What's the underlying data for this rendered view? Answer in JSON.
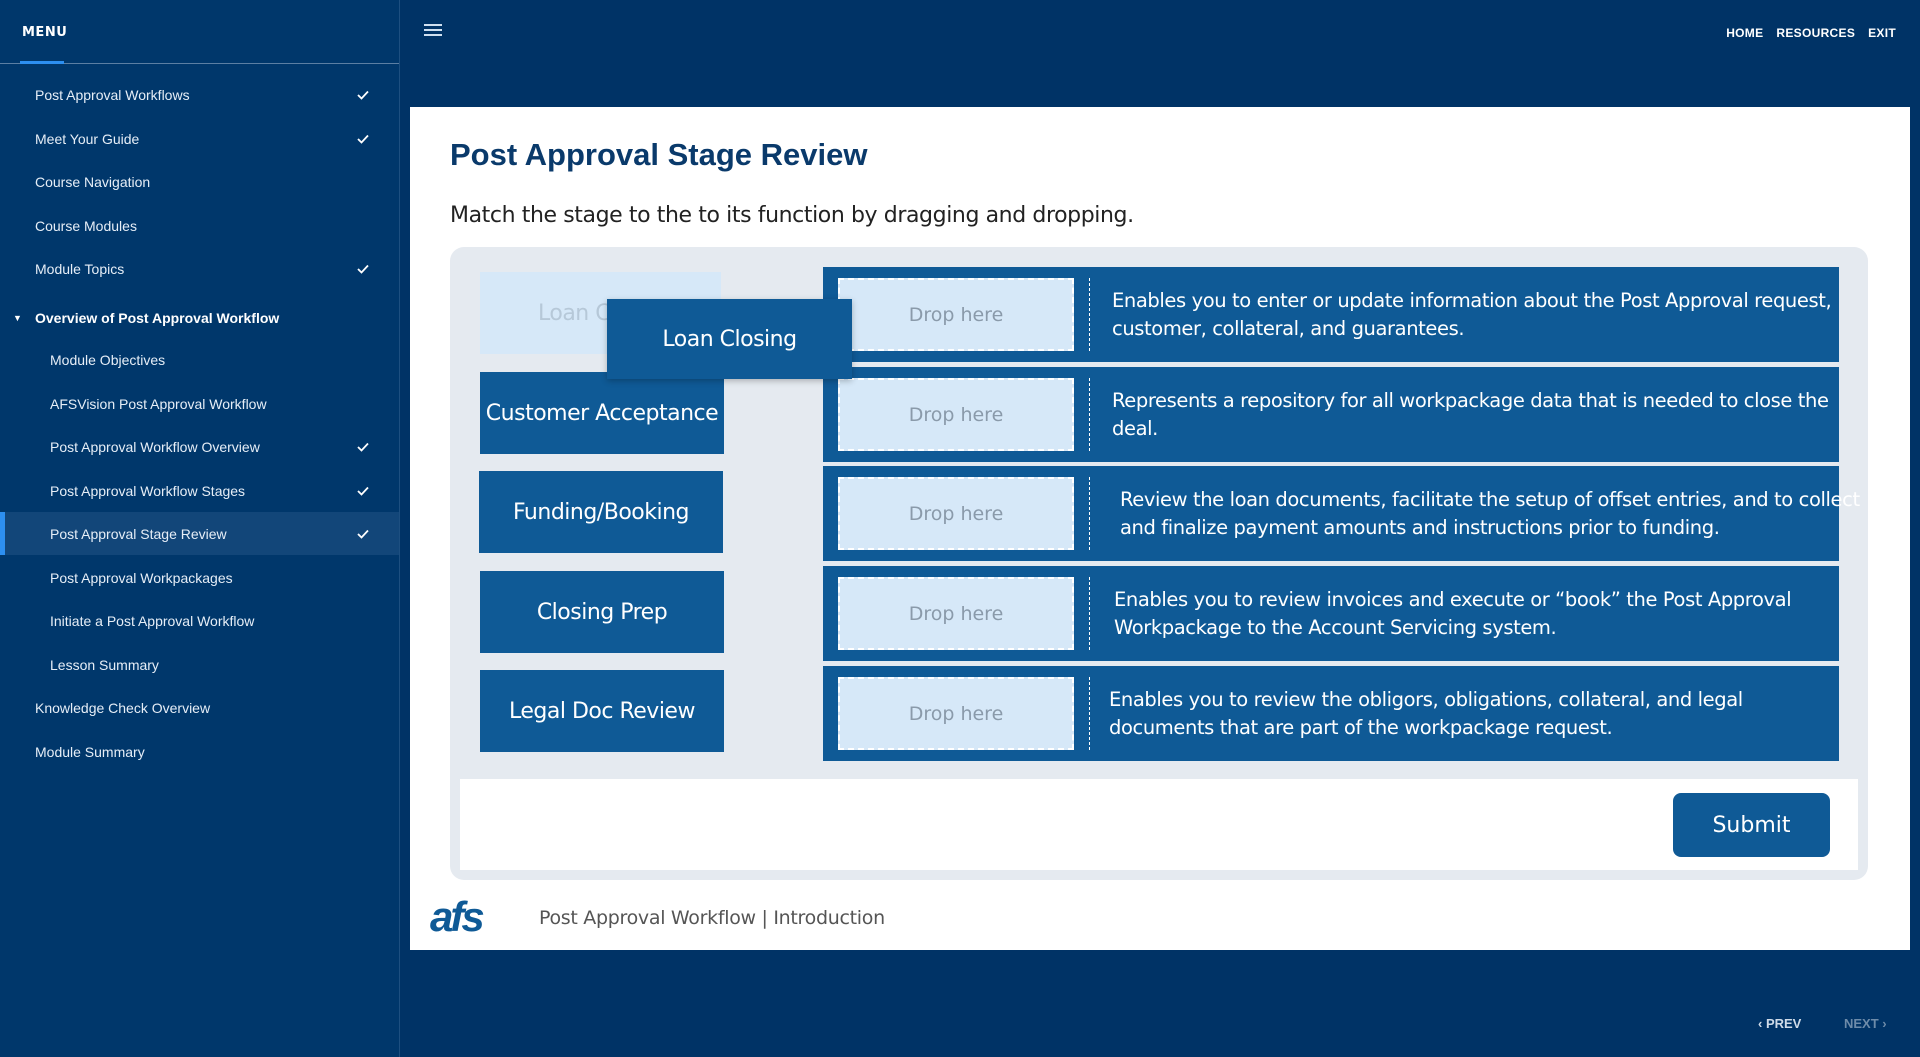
{
  "sidebar": {
    "menu_title": "MENU",
    "items": [
      {
        "label": "Post Approval Workflows",
        "checked": true
      },
      {
        "label": "Meet Your Guide",
        "checked": true
      },
      {
        "label": "Course Navigation",
        "checked": false
      },
      {
        "label": "Course Modules",
        "checked": false
      },
      {
        "label": "Module Topics",
        "checked": true
      },
      {
        "label": "Overview of Post Approval Workflow",
        "section": true
      },
      {
        "label": "Module Objectives",
        "checked": false
      },
      {
        "label": "AFSVision Post Approval Workflow",
        "checked": false
      },
      {
        "label": "Post Approval Workflow Overview",
        "checked": true
      },
      {
        "label": "Post Approval Workflow Stages",
        "checked": true
      },
      {
        "label": "Post Approval Stage Review",
        "checked": true,
        "active": true
      },
      {
        "label": "Post Approval Workpackages",
        "checked": false
      },
      {
        "label": "Initiate a Post Approval Workflow",
        "checked": false
      },
      {
        "label": "Lesson Summary",
        "checked": false
      },
      {
        "label": "Knowledge Check Overview",
        "checked": false
      },
      {
        "label": "Module Summary",
        "checked": false
      }
    ]
  },
  "topbar": {
    "menu_icon": "hamburger-icon",
    "links": [
      "HOME",
      "RESOURCES",
      "EXIT"
    ]
  },
  "main": {
    "title": "Post Approval Stage Review",
    "instructions": "Match the stage to the to its function by dragging and dropping.",
    "stages": {
      "ghost_label": "Loan C",
      "dragging_label": "Loan Closing",
      "customer_acceptance": "Customer Acceptance",
      "funding_booking": "Funding/Booking",
      "closing_prep": "Closing Prep",
      "legal_doc_review": "Legal Doc Review"
    },
    "drop_label": "Drop here",
    "functions": [
      "Enables you to enter or update information about the Post Approval request, customer, collateral, and guarantees.",
      "Represents a repository for all workpackage data that is needed to close the deal.",
      "Review the loan documents, facilitate the setup of offset entries, and to collect and finalize payment amounts and instructions prior to funding.",
      "Enables you to review invoices and execute or “book” the Post Approval Workpackage to the Account Servicing system.",
      "Enables you to review the obligors, obligations, collateral, and legal documents that are part of the workpackage request."
    ],
    "submit_label": "Submit"
  },
  "footer": {
    "logo_text": "afs",
    "course_text": "Post Approval Workflow |  Introduction"
  },
  "bottom_nav": {
    "prev": "PREV",
    "next": "NEXT"
  },
  "colors": {
    "background": "#003366",
    "sidebar": "#00376b",
    "accent": "#2d8ff0",
    "tile": "#0f5a96",
    "drop_zone": "#d6e8f8"
  }
}
